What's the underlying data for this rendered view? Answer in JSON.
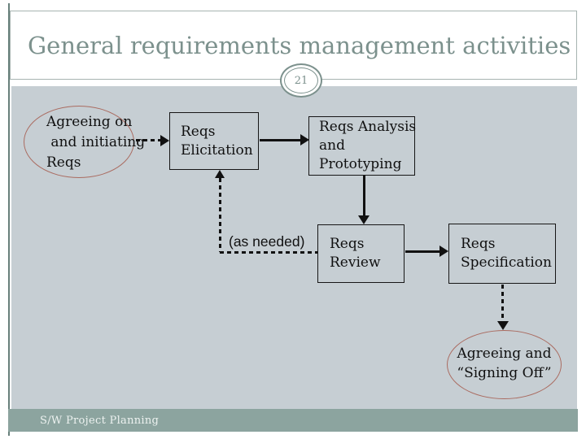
{
  "slide": {
    "title": "General requirements management activities",
    "page_number": "21",
    "footer": "S/W Project Planning"
  },
  "diagram": {
    "ellipse_start": {
      "lines": [
        "Agreeing on",
        " and initiating",
        "Reqs"
      ]
    },
    "boxes": {
      "elicitation": {
        "lines": [
          "Reqs",
          "Elicitation"
        ]
      },
      "analysis": {
        "lines": [
          "Reqs Analysis",
          "and",
          "Prototyping"
        ]
      },
      "review": {
        "lines": [
          "Reqs",
          "Review"
        ]
      },
      "specification": {
        "lines": [
          "Reqs",
          "Specification"
        ]
      }
    },
    "as_needed_label": "(as needed)",
    "ellipse_end": {
      "lines": [
        "Agreeing and",
        "“Signing Off”"
      ]
    }
  },
  "colors": {
    "content_background": "#c6ced3",
    "footer_bar": "#8ca49f",
    "accent_stripe": "#68807b",
    "title_text": "#7c918d",
    "ellipse_stroke": "#aa6b60",
    "box_border": "#161616",
    "arrow": "#111111"
  }
}
